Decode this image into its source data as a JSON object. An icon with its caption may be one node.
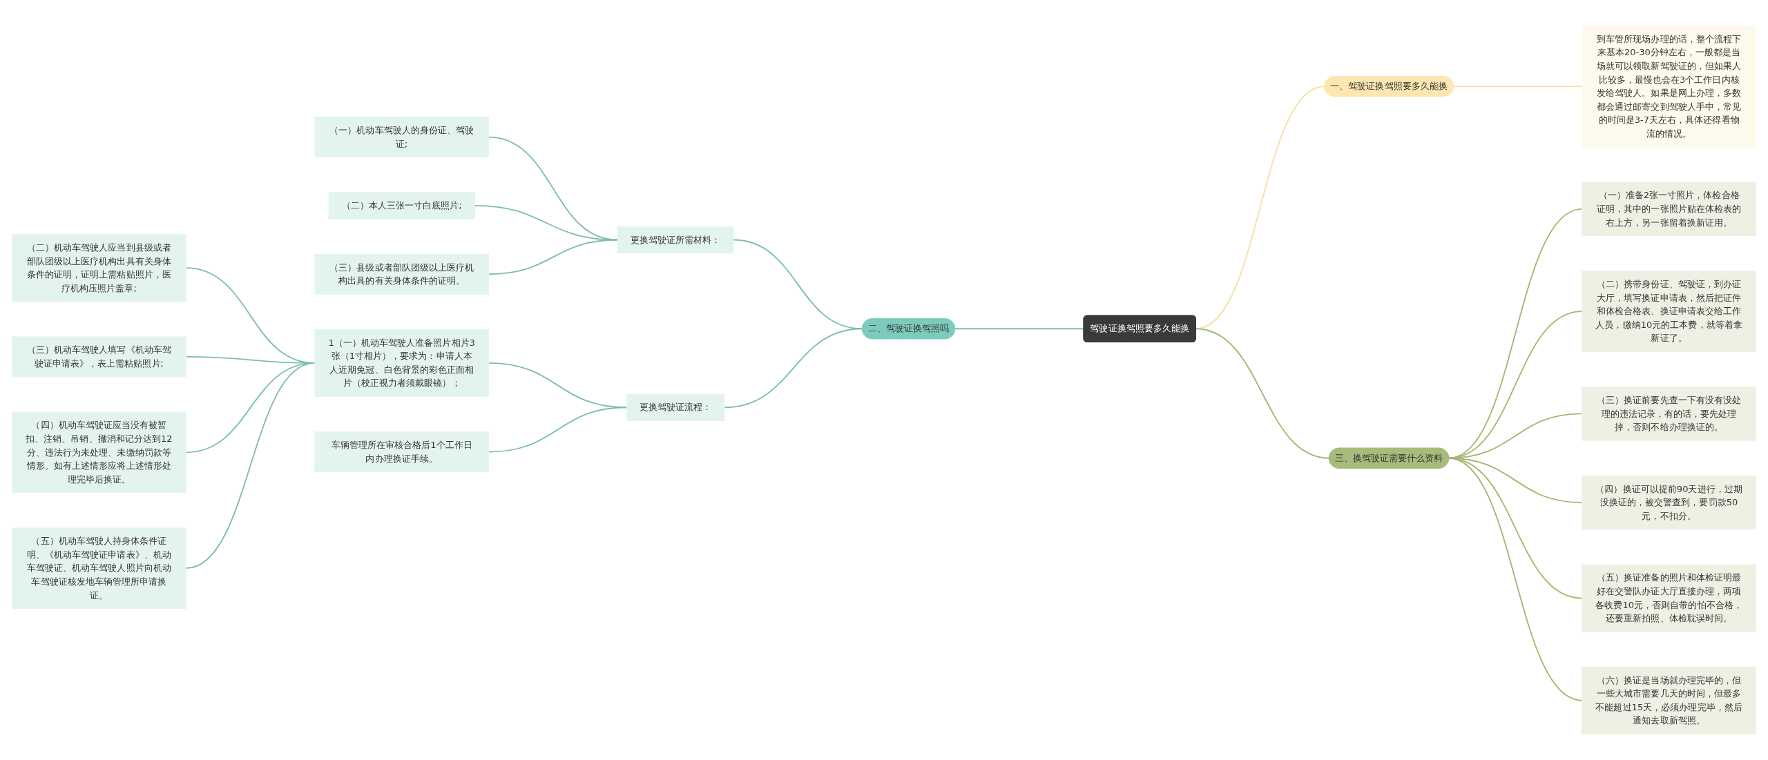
{
  "diagram": {
    "nodes": [
      {
        "text": [
          "驾驶证换驾照要多久能换"
        ]
      },
      {
        "text": [
          "一、驾驶证换驾照要多久能换"
        ]
      },
      {
        "text": [
          "到车管所现场办理的话，整个流程下来基本20-30分钟左右，一般都是当场就可以领取新驾驶证的，但如果人比较多，最慢也会在3个工作日内核发给驾驶人。如果是网上办理，多数都会通过邮寄交到驾驶人手中，常见的时间是3-7天左右，具体还得看物流的情况。"
        ]
      },
      {
        "text": [
          "二、驾驶证换驾照吗"
        ]
      },
      {
        "text": [
          "更换驾驶证所需材料："
        ]
      },
      {
        "text": [
          "（一）机动车驾驶人的身份证、驾驶证;"
        ]
      },
      {
        "text": [
          "（二）本人三张一寸白底照片;"
        ]
      },
      {
        "text": [
          "（三）县级或者部队团级以上医疗机构出具的有关身体条件的证明。"
        ]
      },
      {
        "text": [
          "更换驾驶证流程："
        ]
      },
      {
        "text": [
          "1（一）机动车驾驶人准备照片相片3张（1寸相片），要求为：申请人本人近期免冠、白色背景的彩色正面相片（校正视力者须戴眼镜）；"
        ]
      },
      {
        "text": [
          "（二）机动车驾驶人应当到县级或者部队团级以上医疗机构出具有关身体条件的证明，证明上需粘贴照片，医疗机构压照片盖章;"
        ]
      },
      {
        "text": [
          "（三）机动车驾驶人填写《机动车驾驶证申请表》，表上需粘贴照片;"
        ]
      },
      {
        "text": [
          "（四）机动车驾驶证应当没有被暂扣、注销、吊销、撤消和记分达到12分、违法行为未处理、未缴纳罚款等情形。如有上述情形应将上述情形处理完毕后换证。"
        ]
      },
      {
        "text": [
          "（五）机动车驾驶人持身体条件证明、《机动车驾驶证申请表》、机动车驾驶证、机动车驾驶人照片向机动车驾驶证核发地车辆管理所申请换证。"
        ]
      },
      {
        "text": [
          "车辆管理所在审核合格后1个工作日内办理换证手续。"
        ]
      },
      {
        "text": [
          "三、换驾驶证需要什么资料"
        ]
      },
      {
        "text": [
          "（一）准备2张一寸照片，体检合格证明，其中的一张照片贴在体检表的右上方，另一张留着换新证用。"
        ]
      },
      {
        "text": [
          "（二）携带身份证、驾驶证，到办证大厅，填写换证申请表，然后把证件和体检合格表、换证申请表交给工作人员，缴纳10元的工本费，就等着拿新证了。"
        ]
      },
      {
        "text": [
          "（三）换证前要先查一下有没有没处理的违法记录，有的话，要先处理掉，否则不给办理换证的。"
        ]
      },
      {
        "text": [
          "（四）换证可以提前90天进行，过期没换证的，被交警查到，要罚款50元，不扣分。"
        ]
      },
      {
        "text": [
          "（五）换证准备的照片和体检证明最好在交警队办证大厅直接办理，两项各收费10元，否则自带的怕不合格，还要重新拍照、体检耽误时间。"
        ]
      },
      {
        "text": [
          "（六）换证是当场就办理完毕的，但一些大城市需要几天的时间，但最多不能超过15天，必须办理完毕，然后通知去取新驾照。"
        ]
      }
    ],
    "edges": [
      {
        "from": 0,
        "to": 1,
        "arrow": "none",
        "color": "#f5dfa0"
      },
      {
        "from": 1,
        "to": 2,
        "arrow": "none",
        "color": "#f5dfa0"
      },
      {
        "from": 0,
        "to": 3,
        "arrow": "none"
      },
      {
        "from": 3,
        "to": 4,
        "arrow": "none"
      },
      {
        "from": 4,
        "to": 5,
        "arrow": "none"
      },
      {
        "from": 4,
        "to": 6,
        "arrow": "none"
      },
      {
        "from": 4,
        "to": 7,
        "arrow": "none"
      },
      {
        "from": 3,
        "to": 8,
        "arrow": "none"
      },
      {
        "from": 8,
        "to": 9,
        "arrow": "none"
      },
      {
        "from": 9,
        "to": 10,
        "arrow": "none"
      },
      {
        "from": 9,
        "to": 11,
        "arrow": "none"
      },
      {
        "from": 9,
        "to": 12,
        "arrow": "none"
      },
      {
        "from": 9,
        "to": 13,
        "arrow": "none"
      },
      {
        "from": 8,
        "to": 14,
        "arrow": "none"
      },
      {
        "from": 0,
        "to": 15,
        "arrow": "none",
        "color": "#a3b872"
      },
      {
        "from": 15,
        "to": 16,
        "arrow": "none",
        "color": "#a3b872"
      },
      {
        "from": 15,
        "to": 17,
        "arrow": "none",
        "color": "#a3b872"
      },
      {
        "from": 15,
        "to": 18,
        "arrow": "none",
        "color": "#a3b872"
      },
      {
        "from": 15,
        "to": 19,
        "arrow": "none",
        "color": "#a3b872"
      },
      {
        "from": 15,
        "to": 20,
        "arrow": "none",
        "color": "#a3b872"
      },
      {
        "from": 15,
        "to": 21,
        "arrow": "none",
        "color": "#a3b872"
      }
    ]
  }
}
